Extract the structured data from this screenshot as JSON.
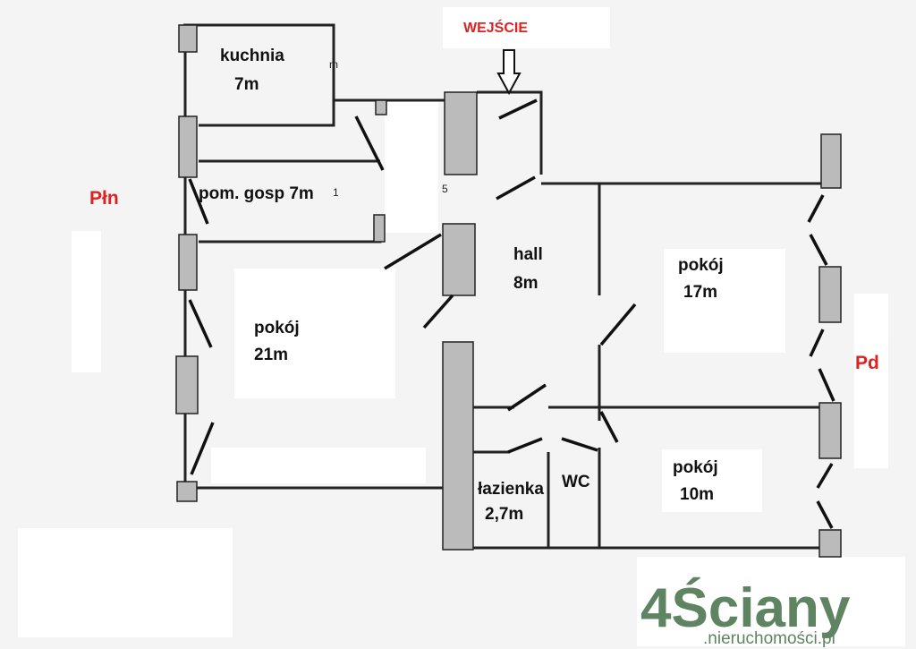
{
  "entrance": {
    "label": "WEJŚCIE"
  },
  "directions": {
    "north": "Płn",
    "south": "Pd"
  },
  "rooms": {
    "kitchen": {
      "name": "kuchnia",
      "area": "7m"
    },
    "utility": {
      "name": "pom. gosp 7m"
    },
    "hall": {
      "name": "hall",
      "area": "8m"
    },
    "room_big": {
      "name": "pokój",
      "area": "21m"
    },
    "room_mid": {
      "name": "pokój",
      "area": "17m"
    },
    "room_small": {
      "name": "pokój",
      "area": "10m"
    },
    "bathroom": {
      "name": "łazienka",
      "area": "2,7m"
    },
    "wc": {
      "name": "WC"
    }
  },
  "fragments": {
    "a": "m",
    "b": "1",
    "c": "5"
  },
  "logo": {
    "brand": "4Ściany",
    "sub": ".nieruchomości.pl",
    "color": "#5f8462"
  }
}
